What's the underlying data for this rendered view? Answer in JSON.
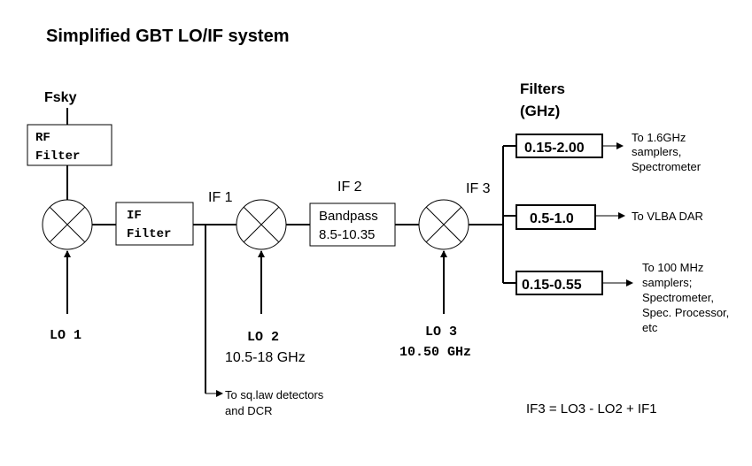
{
  "title": "Simplified GBT LO/IF system",
  "inputs": {
    "fsky": "Fsky"
  },
  "rf_filter": {
    "line1": "RF",
    "line2": "Filter"
  },
  "if_filter": {
    "line1": "IF",
    "line2": "Filter"
  },
  "if_labels": {
    "if1": "IF 1",
    "if2": "IF 2",
    "if3": "IF 3"
  },
  "bandpass": {
    "line1": "Bandpass",
    "line2": "8.5-10.35"
  },
  "lo": {
    "lo1": {
      "name": "LO 1"
    },
    "lo2": {
      "name": "LO 2",
      "range": "10.5-18 GHz"
    },
    "lo3": {
      "name": "LO 3",
      "range": "10.50 GHz"
    }
  },
  "detector_tap": {
    "line1": "To sq.law detectors",
    "line2": "and DCR"
  },
  "filters_header": {
    "line1": "Filters",
    "line2": "(GHz)"
  },
  "filters": [
    {
      "label": "0.15-2.00",
      "dest": [
        "To 1.6GHz",
        "samplers,",
        "Spectrometer"
      ]
    },
    {
      "label": "0.5-1.0",
      "dest": [
        "To VLBA DAR"
      ]
    },
    {
      "label": "0.15-0.55",
      "dest": [
        "To 100 MHz",
        "samplers;",
        "Spectrometer,",
        "Spec. Processor,",
        "etc"
      ]
    }
  ],
  "equation": "IF3 = LO3 - LO2 + IF1"
}
